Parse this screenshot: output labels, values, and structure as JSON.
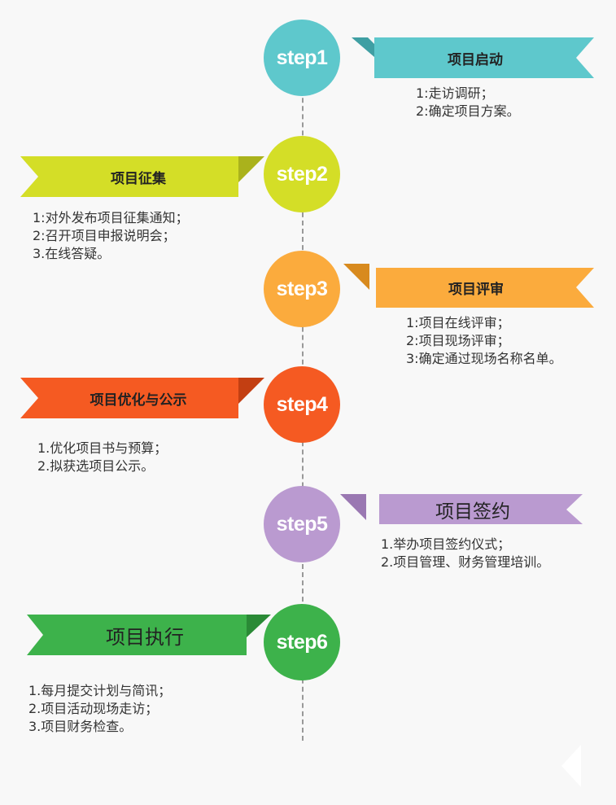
{
  "steps": [
    {
      "label": "step1",
      "color": "#5ec8cc",
      "title": "项目启动",
      "items": [
        "1:走访调研；",
        "2:确定项目方案。"
      ]
    },
    {
      "label": "step2",
      "color": "#d4de27",
      "title": "项目征集",
      "items": [
        "1:对外发布项目征集通知；",
        "2:召开项目申报说明会；",
        "3.在线答疑。"
      ]
    },
    {
      "label": "step3",
      "color": "#fbab3d",
      "title": "项目评审",
      "items": [
        "1:项目在线评审；",
        "2:项目现场评审；",
        "3:确定通过现场名称名单。"
      ]
    },
    {
      "label": "step4",
      "color": "#f55a22",
      "title": "项目优化与公示",
      "items": [
        "1.优化项目书与预算；",
        "2.拟获选项目公示。"
      ]
    },
    {
      "label": "step5",
      "color": "#ba9ad0",
      "title": "项目签约",
      "items": [
        "1.举办项目签约仪式；",
        "2.项目管理、财务管理培训。"
      ]
    },
    {
      "label": "step6",
      "color": "#3db24b",
      "title": "项目执行",
      "items": [
        "1.每月提交计划与简讯；",
        "2.项目活动现场走访；",
        "3.项目财务检查。"
      ]
    }
  ]
}
